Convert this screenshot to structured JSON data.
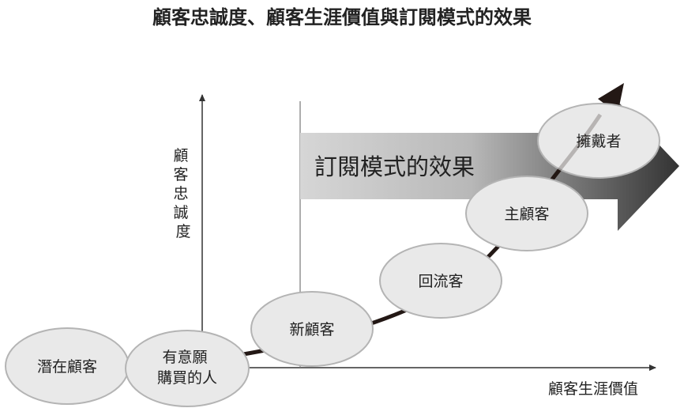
{
  "title": "顧客忠誠度、顧客生涯價值與訂閱模式的效果",
  "y_axis_label": [
    "顧",
    "客",
    "忠",
    "誠",
    "度"
  ],
  "x_axis_label": "顧客生涯價值",
  "subscription_effect_label": "訂閱模式的效果",
  "stages": [
    {
      "lines": [
        "潛在顧客"
      ]
    },
    {
      "lines": [
        "有意願",
        "購買的人"
      ]
    },
    {
      "lines": [
        "新顧客"
      ]
    },
    {
      "lines": [
        "回流客"
      ]
    },
    {
      "lines": [
        "主顧客"
      ]
    },
    {
      "lines": [
        "擁戴者"
      ]
    }
  ],
  "colors": {
    "ellipse_fill": "#e9e9e9",
    "ellipse_stroke": "#b4b4b4",
    "curve": "#231815",
    "arrow_gradient_start": "#d6d6d6",
    "arrow_gradient_end": "#333333",
    "axis": "#333333"
  }
}
